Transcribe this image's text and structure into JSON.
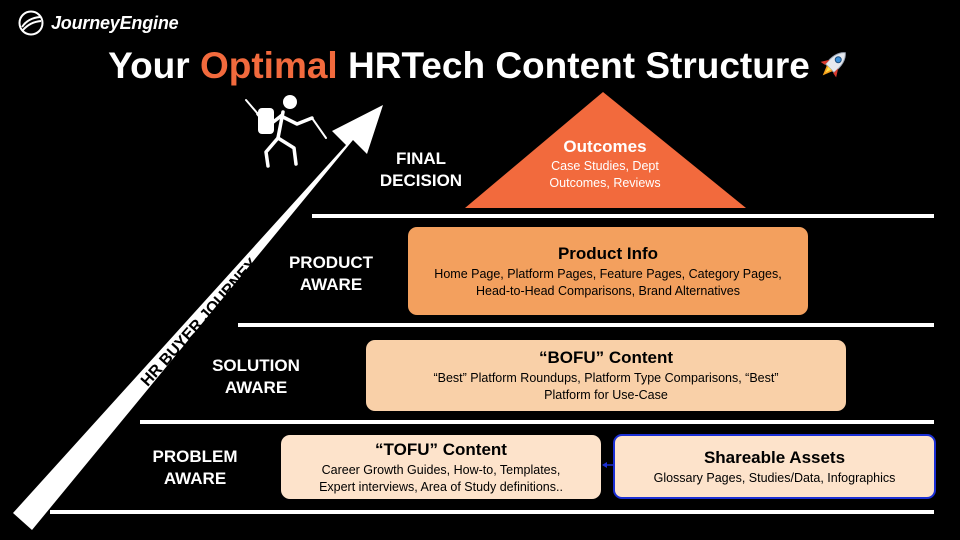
{
  "brand": {
    "name": "JourneyEngine"
  },
  "title": {
    "before": "Your ",
    "highlight": "Optimal",
    "after": " HRTech Content Structure"
  },
  "icons": {
    "logo": "journeyengine-logo-icon",
    "rocket": "rocket-icon",
    "hiker": "hiker-icon",
    "arrow": "journey-arrow"
  },
  "colors": {
    "accent": "#f26a3d",
    "product": "#f3a05e",
    "bofu": "#f9d0a8",
    "tofu": "#fde3cb",
    "assets_border": "#1b2fd4"
  },
  "journey": {
    "label": "HR BUYER JOURNEY"
  },
  "stages": {
    "final_1": "FINAL",
    "final_2": "DECISION",
    "product_1": "PRODUCT",
    "product_2": "AWARE",
    "solution_1": "SOLUTION",
    "solution_2": "AWARE",
    "problem_1": "PROBLEM",
    "problem_2": "AWARE"
  },
  "outcomes": {
    "title": "Outcomes",
    "desc_1": "Case Studies, Dept",
    "desc_2": "Outcomes, Reviews"
  },
  "product_info": {
    "title": "Product Info",
    "desc_1": "Home Page, Platform Pages, Feature Pages, Category Pages,",
    "desc_2": "Head-to-Head Comparisons, Brand Alternatives"
  },
  "bofu": {
    "title": "“BOFU” Content",
    "desc_1": "“Best” Platform Roundups, Platform Type Comparisons, “Best”",
    "desc_2": "Platform for Use-Case"
  },
  "tofu": {
    "title": "“TOFU” Content",
    "desc_1": "Career Growth Guides, How-to, Templates,",
    "desc_2": "Expert interviews, Area of Study definitions.."
  },
  "shareable": {
    "title": "Shareable Assets",
    "desc_1": "Glossary Pages, Studies/Data, Infographics"
  }
}
